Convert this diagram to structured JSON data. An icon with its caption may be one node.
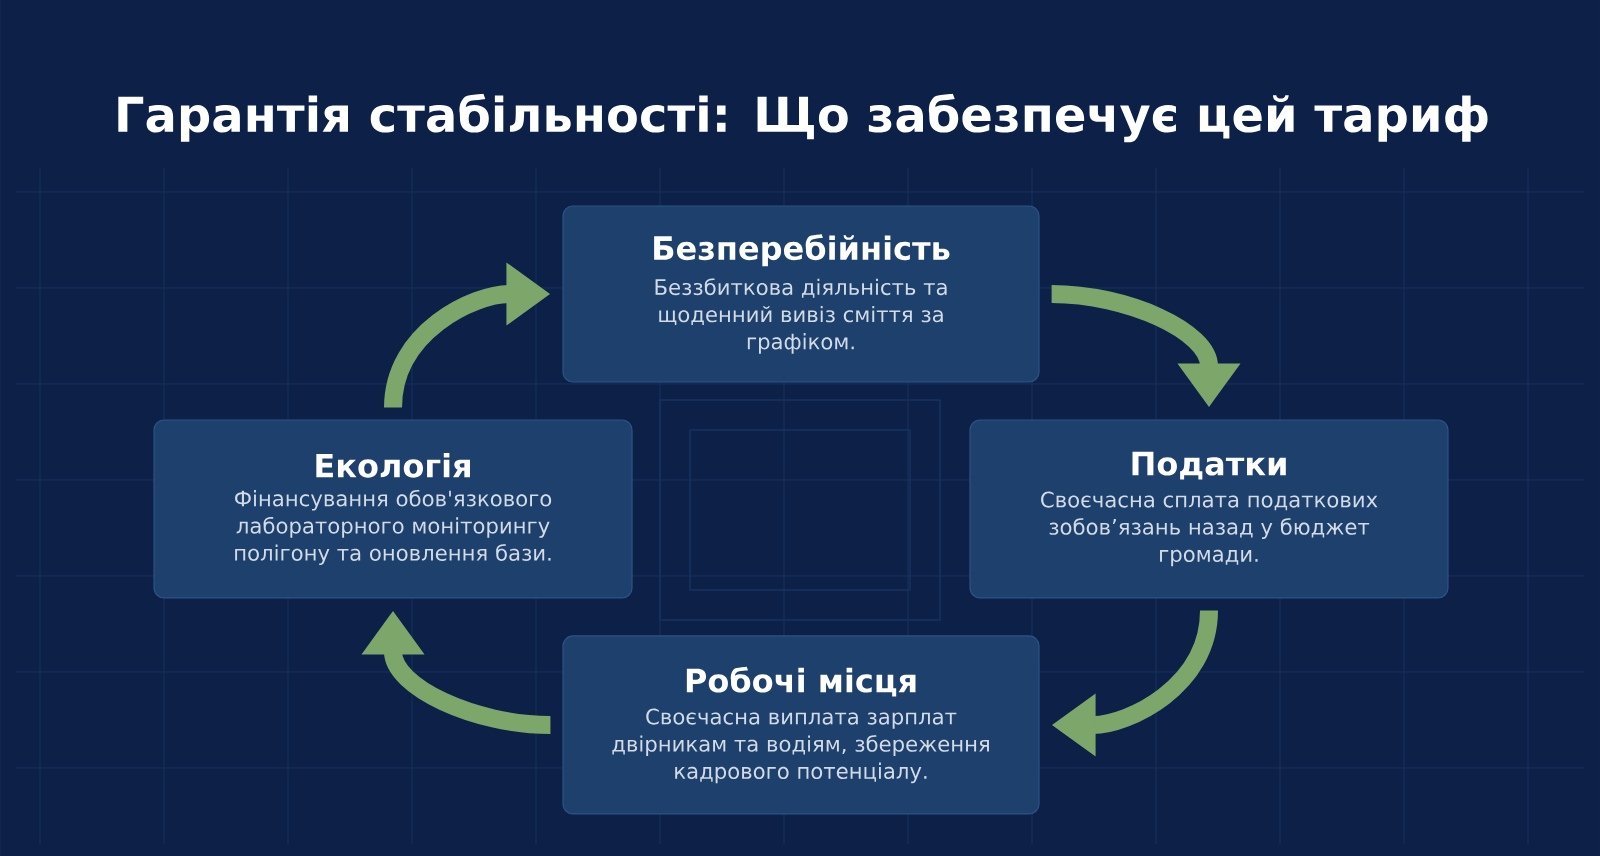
{
  "diagram": {
    "title": "Гарантія стабільності: Що забезпечує цей тариф",
    "nodes": [
      {
        "text": [
          "Безперебійність",
          "Беззбиткова діяльність та щоденний вивіз сміття за графіком."
        ]
      },
      {
        "text": [
          "Екологія",
          "Фінансування обов'язкового лабораторного моніторингу полігону та оновлення бази."
        ]
      },
      {
        "text": [
          "Податки",
          "Своєчасна сплата податкових зобов’язань назад у бюджет громади."
        ]
      },
      {
        "text": [
          "Робочі місця",
          "Своєчасна виплата зарплат двірникам та водіям, збереження кадрового потенціалу."
        ]
      }
    ],
    "edges": [
      {
        "from": 1,
        "to": 0,
        "arrow": "to"
      },
      {
        "from": 0,
        "to": 2,
        "arrow": "to"
      },
      {
        "from": 2,
        "to": 3,
        "arrow": "to"
      },
      {
        "from": 3,
        "to": 1,
        "arrow": "to"
      }
    ]
  }
}
